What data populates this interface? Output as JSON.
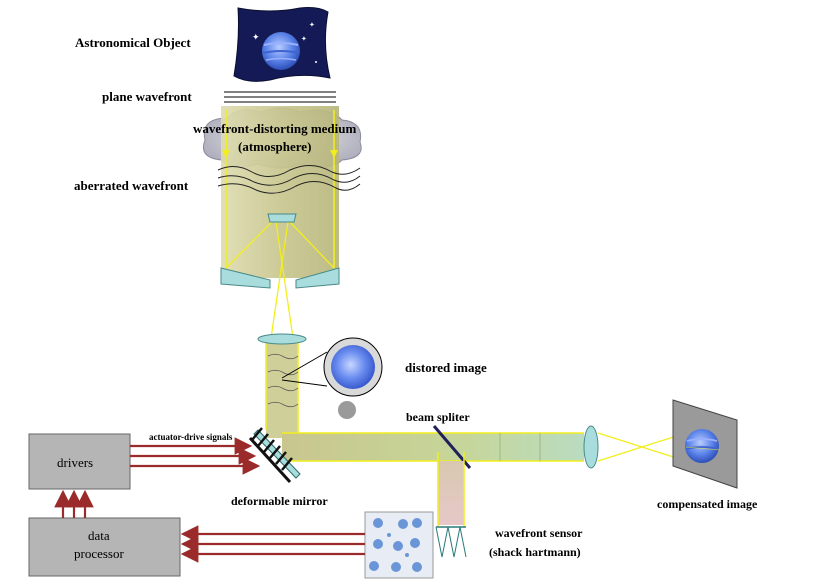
{
  "labels": {
    "astronomical_object": "Astronomical Object",
    "plane_wavefront": "plane wavefront",
    "medium_line1": "wavefront-distorting medium",
    "medium_line2": "(atmosphere)",
    "aberrated_wavefront": "aberrated wavefront",
    "distorted_image": "distored image",
    "beam_splitter": "beam spliter",
    "actuator_signals": "actuator-drive signals",
    "deformable_mirror": "deformable mirror",
    "compensated_image": "compensated image",
    "wavefront_sensor_line1": "wavefront sensor",
    "wavefront_sensor_line2": "(shack hartmann)",
    "drivers": "drivers",
    "data_processor_line1": "data",
    "data_processor_line2": "processor"
  },
  "colors": {
    "telescope_body": "#cfcf9a",
    "beam_yellow": "#f2ee1e",
    "beam_green": "#c6d69a",
    "mirror_cyan": "#a9dcdc",
    "arrow_red": "#9b2a2a",
    "box_gray": "#b5b5b5",
    "planet_blue": "#5a82e8",
    "night_sky": "#141a55"
  }
}
